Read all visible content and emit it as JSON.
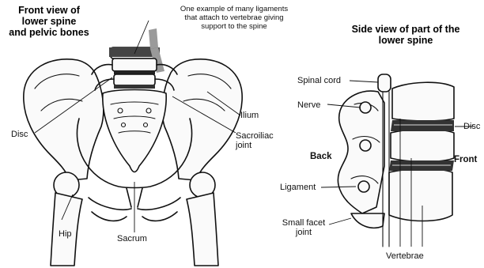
{
  "front": {
    "title_line1": "Front view of",
    "title_line2": "lower spine",
    "title_line3": "and pelvic bones",
    "ligament_note_line1": "One example of many ligaments",
    "ligament_note_line2": "that attach to vertebrae giving",
    "ligament_note_line3": "support to the spine",
    "labels": {
      "disc": "Disc",
      "ilium": "Ilium",
      "sacroiliac_line1": "Sacroiliac",
      "sacroiliac_line2": "joint",
      "hip": "Hip",
      "sacrum": "Sacrum"
    }
  },
  "side": {
    "title_line1": "Side view of part of the",
    "title_line2": "lower spine",
    "labels": {
      "spinal_cord": "Spinal cord",
      "nerve": "Nerve",
      "disc": "Disc",
      "back": "Back",
      "front": "Front",
      "ligament": "Ligament",
      "small_facet_line1": "Small facet",
      "small_facet_line2": "joint",
      "vertebrae": "Vertebrae"
    }
  },
  "colors": {
    "ligament_band": "#444444",
    "ligament_strap": "#9a9a9a",
    "disc_band": "#333333",
    "ink": "#111111"
  }
}
